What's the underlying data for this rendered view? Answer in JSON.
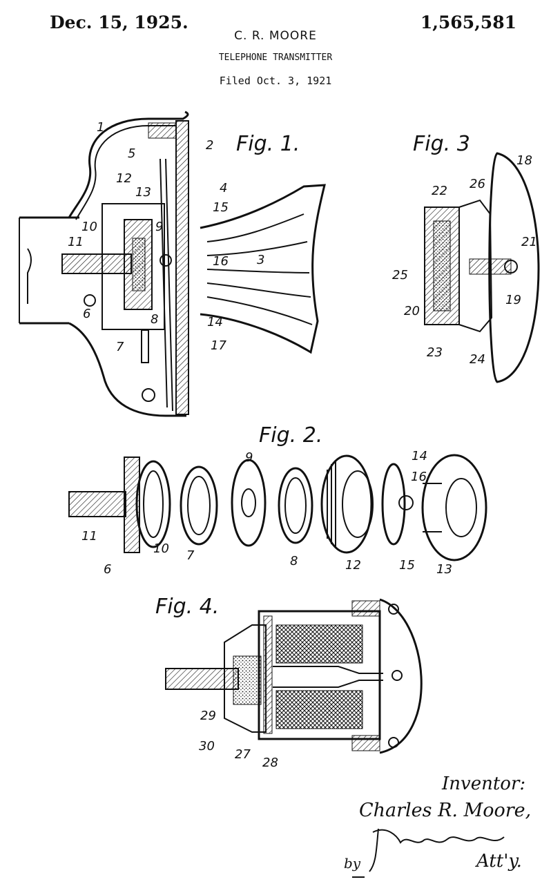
{
  "header": {
    "date": "Dec. 15, 1925.",
    "patent_number": "1,565,581",
    "inventor": "C. R. MOORE",
    "title": "TELEPHONE TRANSMITTER",
    "filed": "Filed Oct. 3, 1921"
  },
  "figures": {
    "fig1": {
      "label": "Fig. 1.",
      "numerals": [
        "1",
        "2",
        "5",
        "4",
        "12",
        "13",
        "15",
        "10",
        "9",
        "11",
        "16",
        "3",
        "6",
        "8",
        "14",
        "7",
        "17"
      ]
    },
    "fig2": {
      "label": "Fig. 2.",
      "numerals": [
        "9",
        "14",
        "16",
        "11",
        "10",
        "6",
        "7",
        "8",
        "12",
        "15",
        "13"
      ]
    },
    "fig3": {
      "label": "Fig. 3",
      "numerals": [
        "18",
        "22",
        "26",
        "21",
        "25",
        "19",
        "20",
        "23",
        "24"
      ]
    },
    "fig4": {
      "label": "Fig. 4.",
      "numerals": [
        "29",
        "30",
        "27",
        "28"
      ]
    }
  },
  "signature": {
    "inventor_label": "Inventor:",
    "inventor_name": "Charles R. Moore,",
    "by": "by",
    "attorney_suffix": "Att'y."
  }
}
